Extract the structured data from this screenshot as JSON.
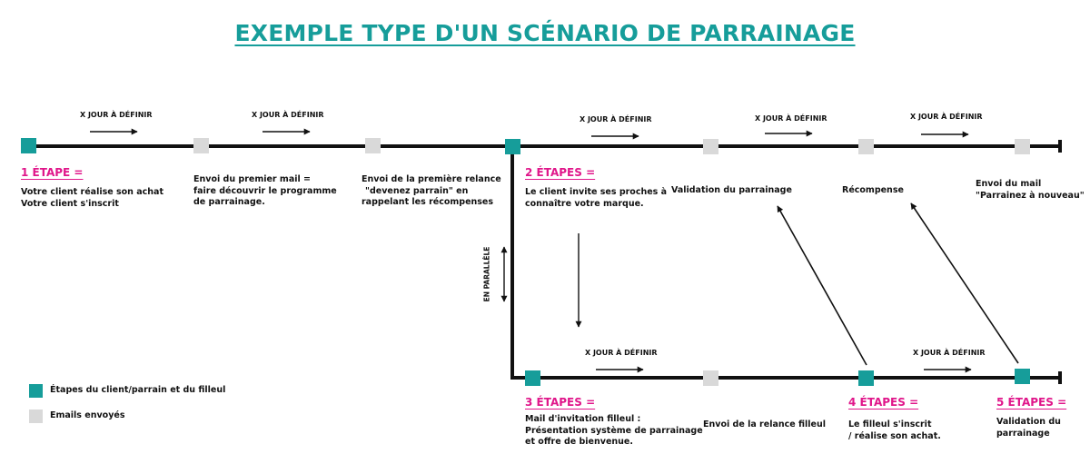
{
  "title": "EXEMPLE TYPE D'UN SCÉNARIO DE PARRAINAGE",
  "colors": {
    "teal": "#169d9a",
    "grey": "#d9d9d9",
    "pink": "#e0168a",
    "line": "#111111"
  },
  "delay_label": "X JOUR À DÉFINIR",
  "parallel_label": "EN PARALLÈLE",
  "top_row": {
    "step1_heading": "1 ÉTAPE =",
    "step1_lines": [
      "Votre client réalise son achat",
      "Votre client s'inscrit"
    ],
    "email1_lines": [
      "Envoi du premier mail =",
      "faire découvrir le programme",
      "de parrainage."
    ],
    "email2_lines": [
      "Envoi de la première relance",
      "\"devenez parrain\" en",
      "rappelant les récompenses"
    ],
    "step2_heading": "2 ÉTAPES =",
    "step2_lines": [
      "Le client invite ses proches à",
      "connaître votre marque."
    ],
    "validation": "Validation du parrainage",
    "reward": "Récompense",
    "final_mail_lines": [
      "Envoi du mail",
      "\"Parrainez à nouveau\""
    ]
  },
  "bottom_row": {
    "step3_heading": "3 ÉTAPES =",
    "step3_lines": [
      "Mail d'invitation filleul :",
      "Présentation système de parrainage",
      "et offre de bienvenue."
    ],
    "relance": "Envoi de la relance filleul",
    "step4_heading": "4 ÉTAPES =",
    "step4_lines": [
      "Le filleul s'inscrit",
      "/ réalise son achat."
    ],
    "step5_heading": "5 ÉTAPES =",
    "step5_lines": [
      "Validation du",
      "parrainage"
    ]
  },
  "legend": {
    "client": "Étapes du client/parrain et du filleul",
    "emails": "Emails envoyés"
  }
}
